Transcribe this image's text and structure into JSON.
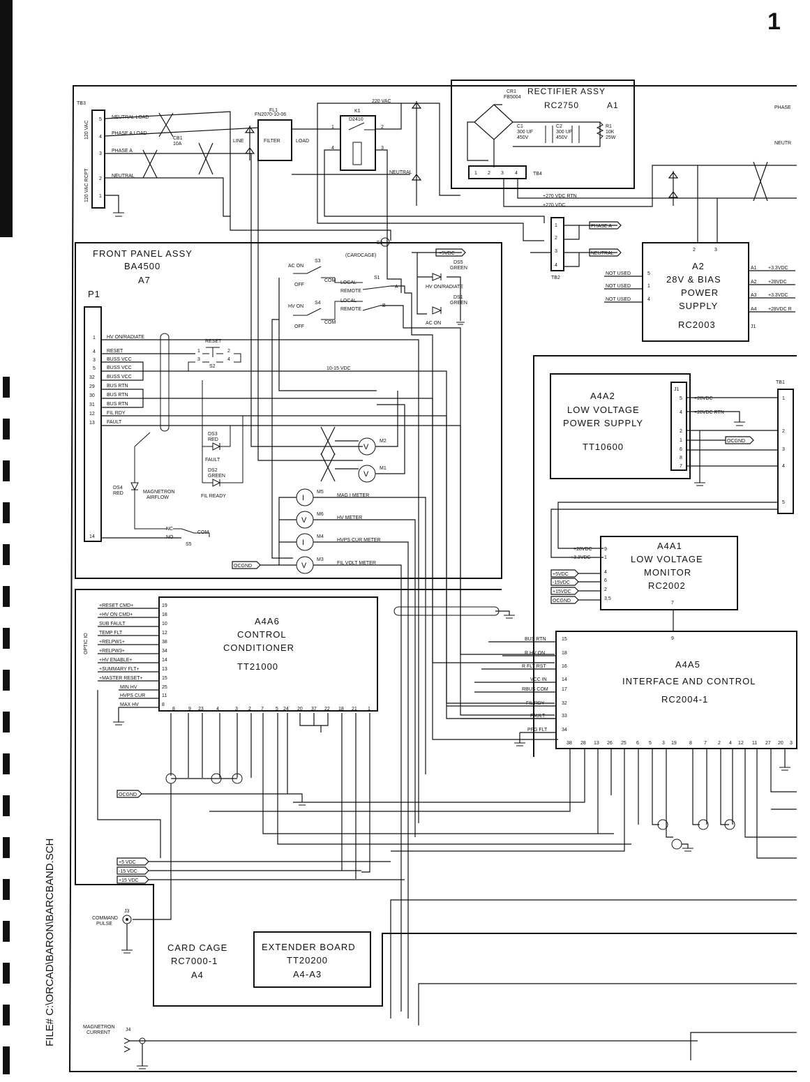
{
  "sheet": {
    "page_number": "1",
    "file_label": "FILE# C:\\ORCAD\\BARON\\BARCBAND.SCH",
    "edge_labels": [
      "PHASE",
      "NEUTR"
    ]
  },
  "input_section": {
    "tb3": "TB3",
    "tb3_side_top": "120 VAC",
    "tb3_side_bottom": "120 VAC RCPT",
    "tb3_pins": [
      "5",
      "4",
      "3",
      "2",
      "1"
    ],
    "nets": [
      "NEUTRAL LOAD",
      "PHASE A LOAD",
      "PHASE A",
      "NEUTRAL"
    ],
    "cb1": "CB1",
    "cb1_rating": "10A",
    "fl1": "FL1",
    "fl1_part": "FN2070-10-06",
    "filter": "FILTER",
    "line": "LINE",
    "load": "LOAD",
    "k1": "K1",
    "k1_part": "D2410",
    "k1_pins": [
      "1",
      "2",
      "4",
      "3"
    ],
    "vac": "220 VAC",
    "neutral": "NEUTRAL"
  },
  "rectifier": {
    "title": "RECTIFIER ASSY",
    "part": "RC2750",
    "ref": "A1",
    "cr1": "CR1",
    "cr1_part": "FB5004",
    "c1": "C1",
    "c1_val": "300 UF",
    "c1_v": "450V",
    "c2": "C2",
    "c2_val": "300 UF",
    "c2_v": "450V",
    "r1": "R1",
    "r1_val": "10K",
    "r1_w": "25W",
    "tb4": "TB4",
    "tb4_pins": [
      "1",
      "2",
      "3",
      "4"
    ],
    "out1": "+270 VDC RTN",
    "out2": "+270 VDC"
  },
  "tb2": {
    "label": "TB2",
    "pins": [
      "1",
      "2",
      "3",
      "4"
    ],
    "phase": "PHASE A",
    "neutral": "NEUTRAL"
  },
  "bias_supply": {
    "ref": "A2",
    "title_line1": "28V & BIAS",
    "title_line2": "POWER",
    "title_line3": "SUPPLY",
    "part": "RC2003",
    "top_pins": [
      "2",
      "3"
    ],
    "left_pins": [
      "5",
      "1",
      "4"
    ],
    "left_labels": [
      "NOT USED",
      "NOT USED",
      "NOT USED"
    ],
    "right_pins": [
      "A1",
      "A2",
      "A3",
      "A4"
    ],
    "right_labels": [
      "+3.3VDC",
      "+28VDC",
      "+3.3VDC",
      "+28VDC R"
    ],
    "j1": "J1"
  },
  "front_panel": {
    "title": "FRONT PANEL ASSY",
    "part": "BA4500",
    "ref": "A7",
    "p1": "P1",
    "pins": [
      "1",
      "4",
      "3",
      "5",
      "32",
      "29",
      "30",
      "31",
      "12",
      "13",
      "14"
    ],
    "signals": [
      "HV ON/RADIATE",
      "RESET",
      "BUSS VCC",
      "BUSS VCC",
      "BUSS VCC",
      "BUS RTN",
      "BUS RTN",
      "BUS RTN",
      "FIL RDY",
      "FAULT"
    ],
    "e3": "E3",
    "cardcage": "(CARDCAGE)",
    "s3": "S3",
    "s4": "S4",
    "s1": "S1",
    "s2": "S2",
    "s5": "S5",
    "ac_on": "AC ON",
    "hv_on": "HV ON",
    "off": "OFF",
    "com": "COM",
    "local": "LOCAL",
    "remote": "REMOTE",
    "sw_a": "A",
    "sw_b": "B",
    "plus5": "+5VDC",
    "ds5": "DS5",
    "ds5_color": "GREEN",
    "ds5_label": "HV ON/RADIATE",
    "ds1": "DS1",
    "ds1_color": "GREEN",
    "ds1_label": "AC ON",
    "reset": "RESET",
    "reset_pins": [
      "1",
      "2",
      "3",
      "4"
    ],
    "vdc_range": "10-15 VDC",
    "ds3": "DS3",
    "ds3_color": "RED",
    "ds3_label": "FAULT",
    "ds2": "DS2",
    "ds2_color": "GREEN",
    "ds2_label": "FIL READY",
    "ds4": "DS4",
    "ds4_color": "RED",
    "ds4_label1": "MAGNETRON",
    "ds4_label2": "AIRFLOW",
    "nc": "NC",
    "no": "NO",
    "m2": "M2",
    "m1": "M1",
    "m5": "M5",
    "m6": "M6",
    "m4": "M4",
    "m3": "M3",
    "meter_v": "V",
    "meter_i": "I",
    "mag_meter": "MAG I METER",
    "hv_meter": "HV METER",
    "hvps_meter": "HVPS CUR METER",
    "fil_meter": "FIL VOLT METER",
    "ocgnd": "OCGND"
  },
  "lv_supply": {
    "ref": "A4A2",
    "title_line1": "LOW VOLTAGE",
    "title_line2": "POWER SUPPLY",
    "part": "TT10600",
    "j1": "J1",
    "pins": [
      "5",
      "4",
      "2",
      "1",
      "6",
      "8",
      "7"
    ],
    "labels": [
      "+28VDC",
      "+28VDC RTN",
      "OCGND"
    ],
    "tb1": "TB1",
    "tb1_pins": [
      "1",
      "2",
      "3",
      "4",
      "5"
    ]
  },
  "lv_monitor": {
    "ref": "A4A1",
    "title_line1": "LOW VOLTAGE",
    "title_line2": "MONITOR",
    "part": "RC2002",
    "in_labels": [
      "+28VDC",
      "+3.3VDC",
      "+5VDC",
      "-15VDC",
      "+15VDC",
      "OCGND"
    ],
    "in_pins": [
      "9",
      "1",
      "4",
      "6",
      "2",
      "3,5"
    ],
    "out_pin": "7"
  },
  "control_conditioner": {
    "ref": "A4A6",
    "title_line1": "CONTROL",
    "title_line2": "CONDITIONER",
    "part": "TT21000",
    "side_label": "OPTIC IO",
    "left_labels": [
      "+RESET CMD+",
      "+HV ON CMD+",
      "SUB FAULT",
      "TEMP FLT",
      "+RELPW1+",
      "+RELPW3+",
      "+HV ENABLE+",
      "+SUMMARY FLT+",
      "+MASTER RESET+",
      "MIN HV",
      "HVPS CUR",
      "MAX HV"
    ],
    "left_pins": [
      "19",
      "18",
      "10",
      "12",
      "38",
      "34",
      "14",
      "13",
      "15",
      "25",
      "11",
      "8"
    ],
    "bottom_pins": [
      "8",
      "9",
      "23",
      "4",
      "3",
      "2",
      "7",
      "5",
      "24",
      "20",
      "37",
      "22",
      "18",
      "21",
      "1"
    ]
  },
  "interface_control": {
    "ref": "A4A5",
    "title_line1": "INTERFACE AND CONTROL",
    "part": "RC2004-1",
    "left_labels": [
      "BUS RTN",
      "R HV ON",
      "R FLT RST",
      "VCC IN",
      "RBUS COM",
      "FIL RDY",
      "FAULT",
      "PFG FLT"
    ],
    "left_pins": [
      "15",
      "18",
      "16",
      "14",
      "17",
      "32",
      "33",
      "34"
    ],
    "top_pin": "9",
    "bottom_pins": [
      "38",
      "28",
      "13",
      "26",
      "25",
      "6",
      "5",
      "3",
      "19",
      "8",
      "7",
      "2",
      "4",
      "12",
      "11",
      "27",
      "20",
      "3"
    ]
  },
  "card_cage": {
    "title": "CARD CAGE",
    "part": "RC7000-1",
    "ref": "A4",
    "rails": [
      "+5 VDC",
      "-15 VDC",
      "+15 VDC"
    ],
    "ocgnd": "OCGND"
  },
  "extender": {
    "title": "EXTENDER BOARD",
    "part": "TT20200",
    "ref": "A4-A3"
  },
  "connectors": {
    "j3": "J3",
    "j3_label1": "COMMAND",
    "j3_label2": "PULSE",
    "j4": "J4",
    "j4_label1": "MAGNETRON",
    "j4_label2": "CURRENT"
  }
}
